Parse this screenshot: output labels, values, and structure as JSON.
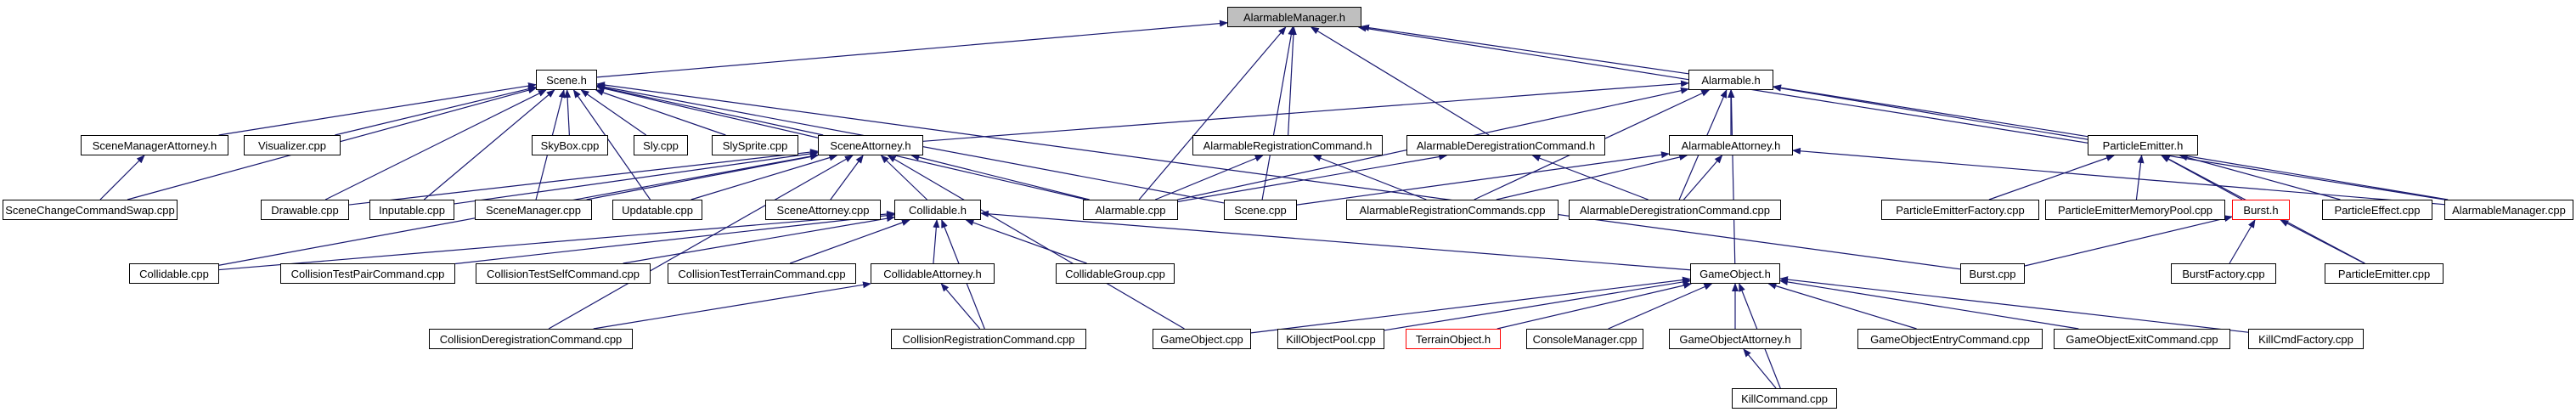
{
  "graph": {
    "root": "AlarmableManager.h",
    "colors": {
      "edge": "#191970",
      "node_border": "#000000",
      "root_fill": "#bfbfbf",
      "undocumented_border": "#ff0000"
    },
    "nodes": [
      {
        "id": "AlarmableManager.h",
        "label": "AlarmableManager.h"
      },
      {
        "id": "Scene.h",
        "label": "Scene.h"
      },
      {
        "id": "Alarmable.h",
        "label": "Alarmable.h"
      },
      {
        "id": "SceneManagerAttorney.h",
        "label": "SceneManagerAttorney.h"
      },
      {
        "id": "Visualizer.cpp",
        "label": "Visualizer.cpp"
      },
      {
        "id": "SkyBox.cpp",
        "label": "SkyBox.cpp"
      },
      {
        "id": "Sly.cpp",
        "label": "Sly.cpp"
      },
      {
        "id": "SlySprite.cpp",
        "label": "SlySprite.cpp"
      },
      {
        "id": "SceneAttorney.h",
        "label": "SceneAttorney.h"
      },
      {
        "id": "AlarmableRegistrationCommand.h",
        "label": "AlarmableRegistrationCommand.h"
      },
      {
        "id": "AlarmableDeregistrationCommand.h",
        "label": "AlarmableDeregistrationCommand.h"
      },
      {
        "id": "AlarmableAttorney.h",
        "label": "AlarmableAttorney.h"
      },
      {
        "id": "ParticleEmitter.h",
        "label": "ParticleEmitter.h"
      },
      {
        "id": "SceneChangeCommandSwap.cpp",
        "label": "SceneChangeCommandSwap.cpp"
      },
      {
        "id": "Drawable.cpp",
        "label": "Drawable.cpp"
      },
      {
        "id": "Inputable.cpp",
        "label": "Inputable.cpp"
      },
      {
        "id": "SceneManager.cpp",
        "label": "SceneManager.cpp"
      },
      {
        "id": "Updatable.cpp",
        "label": "Updatable.cpp"
      },
      {
        "id": "SceneAttorney.cpp",
        "label": "SceneAttorney.cpp"
      },
      {
        "id": "Alarmable.cpp",
        "label": "Alarmable.cpp"
      },
      {
        "id": "Scene.cpp",
        "label": "Scene.cpp"
      },
      {
        "id": "AlarmableRegistrationCommands.cpp",
        "label": "AlarmableRegistrationCommands.cpp"
      },
      {
        "id": "AlarmableDeregistrationCommand.cpp",
        "label": "AlarmableDeregistrationCommand.cpp"
      },
      {
        "id": "ParticleEmitterFactory.cpp",
        "label": "ParticleEmitterFactory.cpp"
      },
      {
        "id": "ParticleEmitterMemoryPool.cpp",
        "label": "ParticleEmitterMemoryPool.cpp"
      },
      {
        "id": "Burst.h",
        "label": "Burst.h",
        "undocumented": true
      },
      {
        "id": "ParticleEffect.cpp",
        "label": "ParticleEffect.cpp"
      },
      {
        "id": "AlarmableManager.cpp",
        "label": "AlarmableManager.cpp"
      },
      {
        "id": "Collidable.h",
        "label": "Collidable.h"
      },
      {
        "id": "Collidable.cpp",
        "label": "Collidable.cpp"
      },
      {
        "id": "CollisionTestPairCommand.cpp",
        "label": "CollisionTestPairCommand.cpp"
      },
      {
        "id": "CollisionTestSelfCommand.cpp",
        "label": "CollisionTestSelfCommand.cpp"
      },
      {
        "id": "CollisionTestTerrainCommand.cpp",
        "label": "CollisionTestTerrainCommand.cpp"
      },
      {
        "id": "CollidableAttorney.h",
        "label": "CollidableAttorney.h"
      },
      {
        "id": "CollidableGroup.cpp",
        "label": "CollidableGroup.cpp"
      },
      {
        "id": "GameObject.h",
        "label": "GameObject.h"
      },
      {
        "id": "Burst.cpp",
        "label": "Burst.cpp"
      },
      {
        "id": "BurstFactory.cpp",
        "label": "BurstFactory.cpp"
      },
      {
        "id": "ParticleEmitter.cpp",
        "label": "ParticleEmitter.cpp"
      },
      {
        "id": "CollisionDeregistrationCommand.cpp",
        "label": "CollisionDeregistrationCommand.cpp"
      },
      {
        "id": "CollisionRegistrationCommand.cpp",
        "label": "CollisionRegistrationCommand.cpp"
      },
      {
        "id": "GameObject.cpp",
        "label": "GameObject.cpp"
      },
      {
        "id": "KillObjectPool.cpp",
        "label": "KillObjectPool.cpp"
      },
      {
        "id": "TerrainObject.h",
        "label": "TerrainObject.h",
        "undocumented": true
      },
      {
        "id": "ConsoleManager.cpp",
        "label": "ConsoleManager.cpp"
      },
      {
        "id": "GameObjectAttorney.h",
        "label": "GameObjectAttorney.h"
      },
      {
        "id": "GameObjectEntryCommand.cpp",
        "label": "GameObjectEntryCommand.cpp"
      },
      {
        "id": "GameObjectExitCommand.cpp",
        "label": "GameObjectExitCommand.cpp"
      },
      {
        "id": "KillCmdFactory.cpp",
        "label": "KillCmdFactory.cpp"
      },
      {
        "id": "KillCommand.cpp",
        "label": "KillCommand.cpp"
      }
    ],
    "edges": [
      [
        "AlarmableManager.h",
        "Scene.h"
      ],
      [
        "AlarmableManager.h",
        "Alarmable.h"
      ],
      [
        "AlarmableManager.h",
        "AlarmableRegistrationCommand.h"
      ],
      [
        "AlarmableManager.h",
        "AlarmableDeregistrationCommand.h"
      ],
      [
        "AlarmableManager.h",
        "Alarmable.cpp"
      ],
      [
        "AlarmableManager.h",
        "Scene.cpp"
      ],
      [
        "AlarmableManager.h",
        "AlarmableManager.cpp"
      ],
      [
        "Scene.h",
        "SceneManagerAttorney.h"
      ],
      [
        "Scene.h",
        "Visualizer.cpp"
      ],
      [
        "Scene.h",
        "SkyBox.cpp"
      ],
      [
        "Scene.h",
        "Sly.cpp"
      ],
      [
        "Scene.h",
        "SlySprite.cpp"
      ],
      [
        "Scene.h",
        "SceneAttorney.h"
      ],
      [
        "Scene.h",
        "SceneChangeCommandSwap.cpp"
      ],
      [
        "Scene.h",
        "Drawable.cpp"
      ],
      [
        "Scene.h",
        "Inputable.cpp"
      ],
      [
        "Scene.h",
        "SceneManager.cpp"
      ],
      [
        "Scene.h",
        "Updatable.cpp"
      ],
      [
        "Scene.h",
        "Alarmable.cpp"
      ],
      [
        "Scene.h",
        "Scene.cpp"
      ],
      [
        "Scene.h",
        "Burst.cpp"
      ],
      [
        "SceneManagerAttorney.h",
        "SceneChangeCommandSwap.cpp"
      ],
      [
        "Alarmable.h",
        "SceneAttorney.h"
      ],
      [
        "Alarmable.h",
        "AlarmableAttorney.h"
      ],
      [
        "Alarmable.h",
        "ParticleEmitter.h"
      ],
      [
        "Alarmable.h",
        "Alarmable.cpp"
      ],
      [
        "Alarmable.h",
        "AlarmableRegistrationCommands.cpp"
      ],
      [
        "Alarmable.h",
        "AlarmableDeregistrationCommand.cpp"
      ],
      [
        "Alarmable.h",
        "AlarmableManager.cpp"
      ],
      [
        "Alarmable.h",
        "GameObject.h"
      ],
      [
        "SceneAttorney.h",
        "Drawable.cpp"
      ],
      [
        "SceneAttorney.h",
        "Inputable.cpp"
      ],
      [
        "SceneAttorney.h",
        "SceneManager.cpp"
      ],
      [
        "SceneAttorney.h",
        "Updatable.cpp"
      ],
      [
        "SceneAttorney.h",
        "SceneAttorney.cpp"
      ],
      [
        "SceneAttorney.h",
        "Collidable.h"
      ],
      [
        "SceneAttorney.h",
        "Alarmable.cpp"
      ],
      [
        "SceneAttorney.h",
        "Collidable.cpp"
      ],
      [
        "SceneAttorney.h",
        "CollisionDeregistrationCommand.cpp"
      ],
      [
        "SceneAttorney.h",
        "GameObject.cpp"
      ],
      [
        "AlarmableRegistrationCommand.h",
        "Alarmable.cpp"
      ],
      [
        "AlarmableRegistrationCommand.h",
        "AlarmableRegistrationCommands.cpp"
      ],
      [
        "AlarmableDeregistrationCommand.h",
        "Alarmable.cpp"
      ],
      [
        "AlarmableDeregistrationCommand.h",
        "AlarmableDeregistrationCommand.cpp"
      ],
      [
        "AlarmableAttorney.h",
        "Scene.cpp"
      ],
      [
        "AlarmableAttorney.h",
        "AlarmableRegistrationCommands.cpp"
      ],
      [
        "AlarmableAttorney.h",
        "AlarmableDeregistrationCommand.cpp"
      ],
      [
        "AlarmableAttorney.h",
        "AlarmableManager.cpp"
      ],
      [
        "ParticleEmitter.h",
        "ParticleEmitterFactory.cpp"
      ],
      [
        "ParticleEmitter.h",
        "ParticleEmitterMemoryPool.cpp"
      ],
      [
        "ParticleEmitter.h",
        "Burst.h"
      ],
      [
        "ParticleEmitter.h",
        "ParticleEffect.cpp"
      ],
      [
        "ParticleEmitter.h",
        "ParticleEmitter.cpp"
      ],
      [
        "Burst.h",
        "Burst.cpp"
      ],
      [
        "Burst.h",
        "BurstFactory.cpp"
      ],
      [
        "Burst.h",
        "ParticleEmitter.cpp"
      ],
      [
        "Collidable.h",
        "Collidable.cpp"
      ],
      [
        "Collidable.h",
        "CollisionTestPairCommand.cpp"
      ],
      [
        "Collidable.h",
        "CollisionTestSelfCommand.cpp"
      ],
      [
        "Collidable.h",
        "CollisionTestTerrainCommand.cpp"
      ],
      [
        "Collidable.h",
        "CollidableAttorney.h"
      ],
      [
        "Collidable.h",
        "CollidableGroup.cpp"
      ],
      [
        "Collidable.h",
        "GameObject.h"
      ],
      [
        "Collidable.h",
        "CollisionRegistrationCommand.cpp"
      ],
      [
        "CollidableAttorney.h",
        "CollisionDeregistrationCommand.cpp"
      ],
      [
        "CollidableAttorney.h",
        "CollisionRegistrationCommand.cpp"
      ],
      [
        "GameObject.h",
        "GameObject.cpp"
      ],
      [
        "GameObject.h",
        "KillObjectPool.cpp"
      ],
      [
        "GameObject.h",
        "TerrainObject.h"
      ],
      [
        "GameObject.h",
        "ConsoleManager.cpp"
      ],
      [
        "GameObject.h",
        "GameObjectAttorney.h"
      ],
      [
        "GameObject.h",
        "GameObjectEntryCommand.cpp"
      ],
      [
        "GameObject.h",
        "GameObjectExitCommand.cpp"
      ],
      [
        "GameObject.h",
        "KillCmdFactory.cpp"
      ],
      [
        "GameObject.h",
        "KillCommand.cpp"
      ],
      [
        "GameObjectAttorney.h",
        "KillCommand.cpp"
      ]
    ]
  }
}
